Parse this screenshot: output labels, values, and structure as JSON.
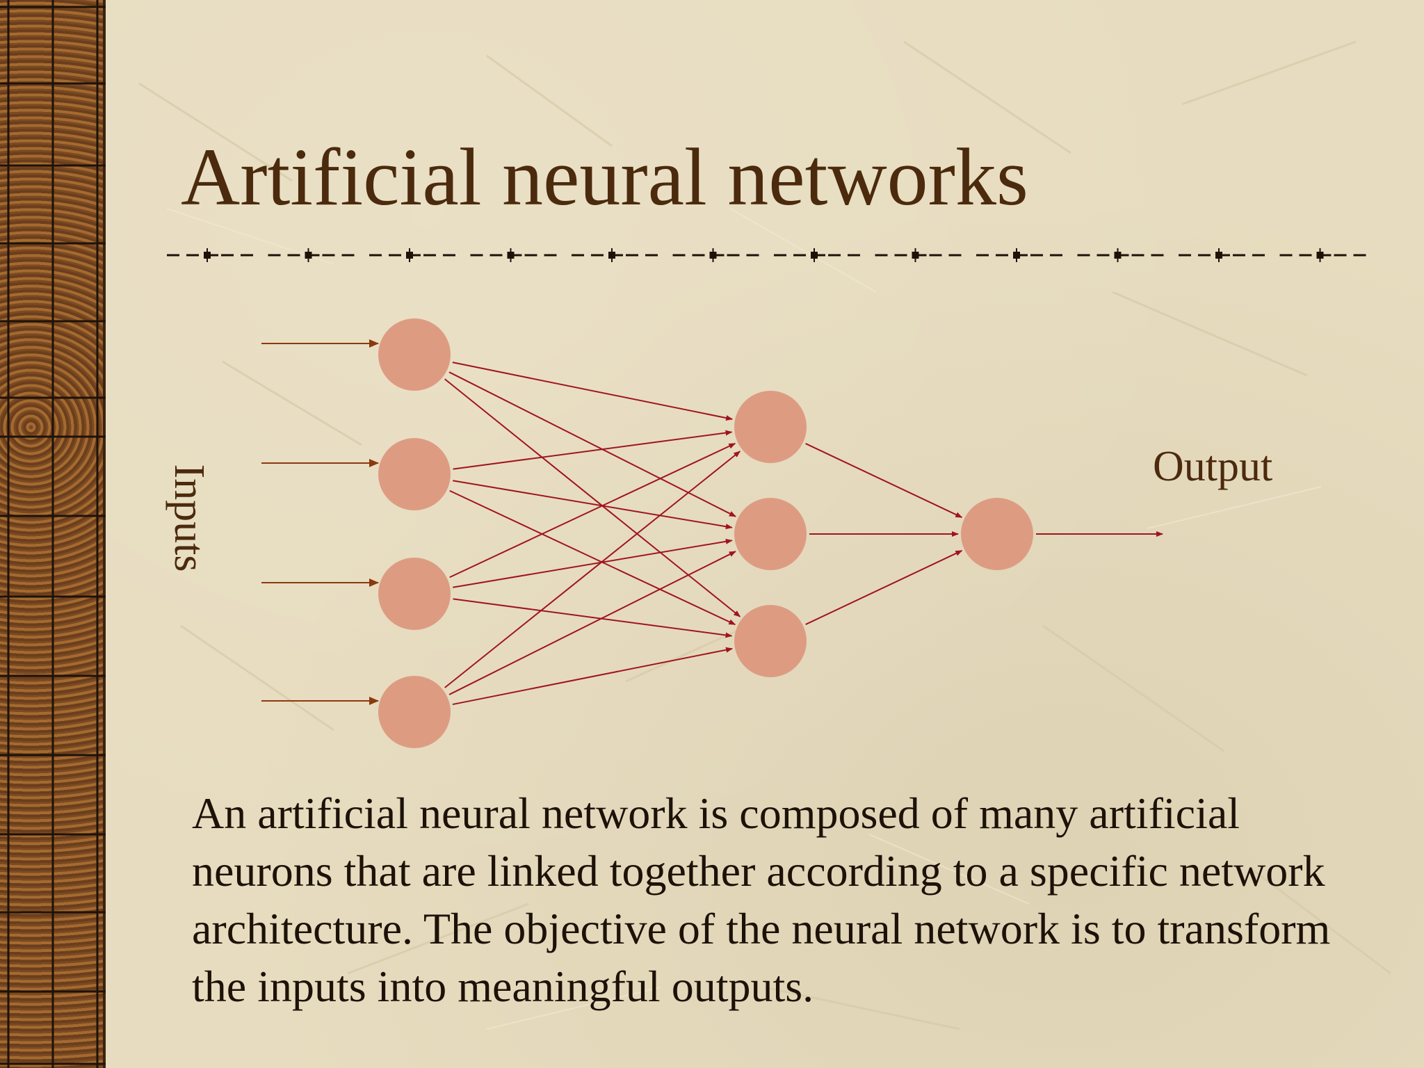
{
  "slide": {
    "title": "Artificial neural networks",
    "body": "An artificial neural network is composed of many artificial neurons that are linked together according to a specific network architecture. The objective of the neural network is to transform the inputs into meaningful outputs."
  },
  "diagram": {
    "inputs_label": "Inputs",
    "output_label": "Output",
    "layers": [
      {
        "name": "input",
        "neurons": 4
      },
      {
        "name": "hidden",
        "neurons": 3
      },
      {
        "name": "output",
        "neurons": 1
      }
    ],
    "connections": "fully-connected",
    "colors": {
      "neuron": "#dd9c82",
      "input_arrow": "#8b3a0e",
      "connection": "#a0141e"
    }
  },
  "colors": {
    "title": "#4b2a0d",
    "body_text": "#1c1208",
    "background": "#e7dcbf",
    "sidebar": "#8b5a2b"
  }
}
